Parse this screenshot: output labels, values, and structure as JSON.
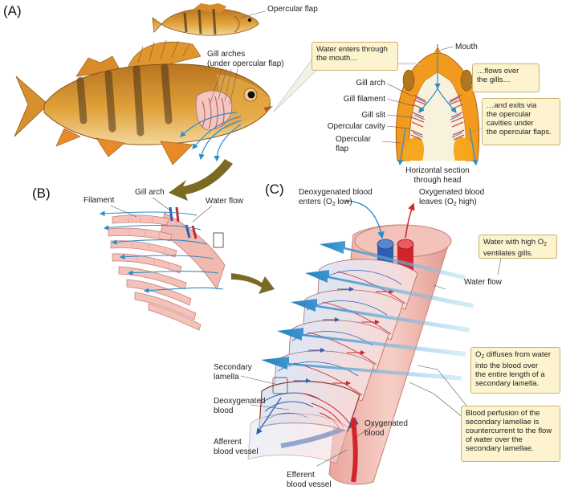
{
  "panels": {
    "a": "(A)",
    "b": "(B)",
    "c": "(C)"
  },
  "panel_a": {
    "opercular_flap": "Opercular flap",
    "gill_arches": "Gill arches\n(under opercular flap)",
    "mouth": "Mouth",
    "gill_arch": "Gill arch",
    "gill_filament": "Gill filament",
    "gill_slit": "Gill slit",
    "opercular_cavity": "Opercular cavity",
    "opercular_flap_section": "Opercular\nflap",
    "section_caption": "Horizontal section\nthrough head",
    "callout_enter": "Water enters through\nthe mouth…",
    "callout_flow": "…flows over\nthe gills…",
    "callout_exit": "…and exits via\nthe opercular\ncavities under\nthe opercular flaps."
  },
  "panel_b": {
    "filament": "Filament",
    "gill_arch": "Gill arch",
    "water_flow": "Water flow"
  },
  "panel_c": {
    "deoxy_enters_1": "Deoxygenated blood",
    "deoxy_enters_2": "enters (O",
    "deoxy_enters_3": " low)",
    "oxy_leaves_1": "Oxygenated blood",
    "oxy_leaves_2": "leaves (O",
    "oxy_leaves_3": " high)",
    "o2_sub": "2",
    "callout_water_1": "Water with high O",
    "callout_water_2": "ventilates gills.",
    "water_flow": "Water flow",
    "secondary_lamella": "Secondary\nlamella",
    "deoxygenated_blood": "Deoxygenated\nblood",
    "afferent": "Afferent\nblood vessel",
    "oxygenated_blood": "Oxygenated\nblood",
    "efferent": "Efferent\nblood vessel",
    "callout_diffuse_1": "O",
    "callout_diffuse_2": " diffuses from water\ninto the blood over\nthe entire length of a\nsecondary lamella.",
    "callout_perfusion": "Blood perfusion of the\nsecondary lamellae is\ncountercurrent to the flow\nof water over the\nsecondary lamellae."
  },
  "colors": {
    "fish_body": "#d9922c",
    "fish_stripe": "#4a3218",
    "water": "#2b8ec9",
    "deoxy": "#2f5fb3",
    "oxy": "#d2242a",
    "tissue": "#f0b7ae",
    "callout_fill": "#fdf3cf",
    "arrow_olive": "#7a6a22"
  }
}
